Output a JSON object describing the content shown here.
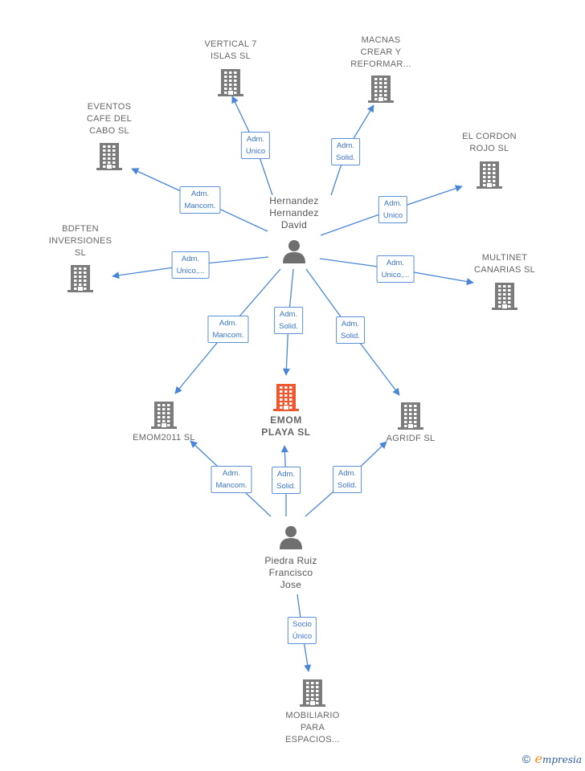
{
  "colors": {
    "edge": "#4a86d8",
    "building": "#7b7b7b",
    "focus": "#f0572f",
    "person": "#6f6f6f"
  },
  "nodes": [
    {
      "id": "vertical7",
      "label": "VERTICAL 7\nISLAS SL",
      "icon": "building-icon"
    },
    {
      "id": "macnas",
      "label": "MACNAS\nCREAR Y\nREFORMAR...",
      "icon": "building-icon"
    },
    {
      "id": "eventos",
      "label": "EVENTOS\nCAFE DEL\nCABO SL",
      "icon": "building-icon"
    },
    {
      "id": "elcordon",
      "label": "EL CORDON\nROJO SL",
      "icon": "building-icon"
    },
    {
      "id": "bdften",
      "label": "BDFTEN\nINVERSIONES\nSL",
      "icon": "building-icon"
    },
    {
      "id": "multinet",
      "label": "MULTINET\nCANARIAS SL",
      "icon": "building-icon"
    },
    {
      "id": "hernandez",
      "label": "Hernandez\nHernandez\nDavid",
      "icon": "person-icon"
    },
    {
      "id": "emom2011",
      "label": "EMOM2011 SL",
      "icon": "building-icon"
    },
    {
      "id": "emomplaya",
      "label": "EMOM\nPLAYA SL",
      "icon": "building-icon",
      "focus": true
    },
    {
      "id": "agridf",
      "label": "AGRIDF SL",
      "icon": "building-icon"
    },
    {
      "id": "piedra",
      "label": "Piedra Ruiz\nFrancisco\nJose",
      "icon": "person-icon"
    },
    {
      "id": "mobiliario",
      "label": "MOBILIARIO\nPARA\nESPACIOS...",
      "icon": "building-icon"
    }
  ],
  "relations": [
    {
      "from": "hernandez",
      "to": "vertical7",
      "label": "Adm.\nUnico"
    },
    {
      "from": "hernandez",
      "to": "macnas",
      "label": "Adm.\nSolid."
    },
    {
      "from": "hernandez",
      "to": "eventos",
      "label": "Adm.\nMancom."
    },
    {
      "from": "hernandez",
      "to": "elcordon",
      "label": "Adm.\nUnico"
    },
    {
      "from": "hernandez",
      "to": "bdften",
      "label": "Adm.\nUnico,..."
    },
    {
      "from": "hernandez",
      "to": "multinet",
      "label": "Adm.\nUnico,..."
    },
    {
      "from": "hernandez",
      "to": "emom2011",
      "label": "Adm.\nMancom."
    },
    {
      "from": "hernandez",
      "to": "emomplaya",
      "label": "Adm.\nSolid."
    },
    {
      "from": "hernandez",
      "to": "agridf",
      "label": "Adm.\nSolid."
    },
    {
      "from": "piedra",
      "to": "emom2011",
      "label": "Adm.\nMancom."
    },
    {
      "from": "piedra",
      "to": "emomplaya",
      "label": "Adm.\nSolid."
    },
    {
      "from": "piedra",
      "to": "agridf",
      "label": "Adm.\nSolid."
    },
    {
      "from": "piedra",
      "to": "mobiliario",
      "label": "Socio\nÚnico"
    }
  ],
  "footer": {
    "copyright": "©",
    "brand_initial": "e",
    "brand_rest": "mpresia"
  }
}
